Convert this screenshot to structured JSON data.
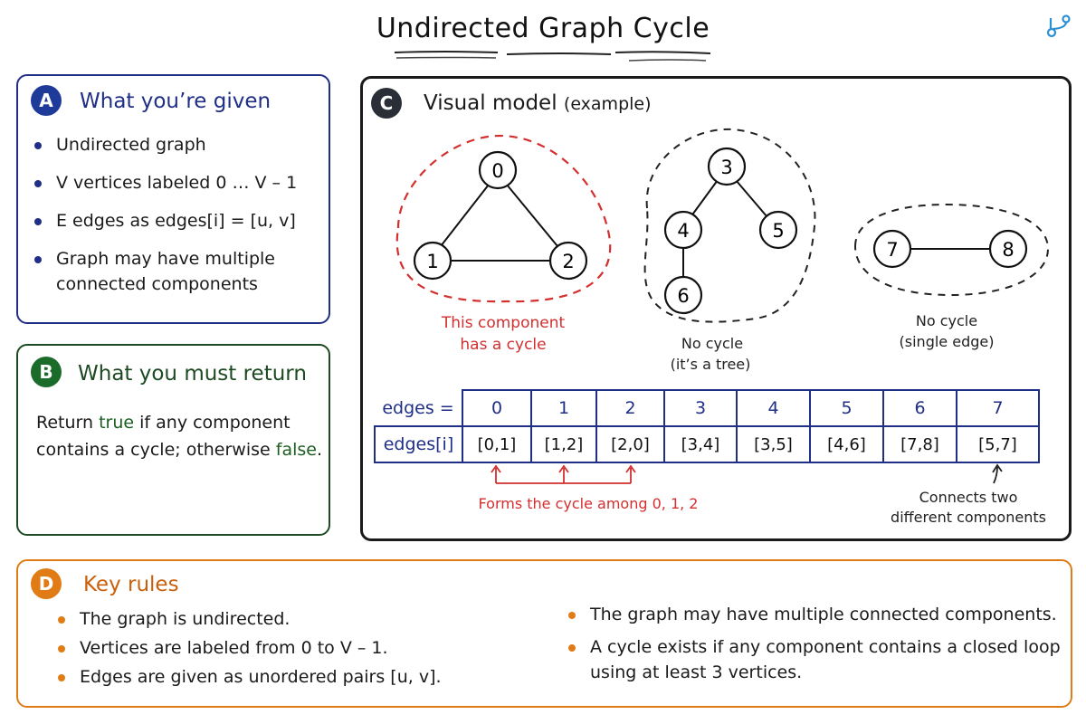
{
  "title": "Undirected Graph Cycle",
  "corner_icon": "git-branch-icon",
  "colors": {
    "blue": "#1f2f86",
    "green": "#1d4a22",
    "orange": "#e07b16",
    "red": "#d32f2f",
    "dark": "#1a1a1a"
  },
  "panel_a": {
    "badge": "A",
    "heading": "What you’re given",
    "items": [
      "Undirected graph",
      "V vertices labeled 0 … V – 1",
      "E edges as edges[i] = [u, v]",
      "Graph may have multiple",
      "connected components"
    ]
  },
  "panel_b": {
    "badge": "B",
    "heading": "What you must return",
    "text_1": "Return ",
    "kw_true": "true",
    "text_2": " if any component contains a cycle; otherwise ",
    "kw_false": "false",
    "text_3": "."
  },
  "panel_c": {
    "badge": "C",
    "heading": "Visual model",
    "subheading": "(example)",
    "nodes": [
      "0",
      "1",
      "2",
      "3",
      "4",
      "5",
      "6",
      "7",
      "8"
    ],
    "cap_cycle_1": "This component",
    "cap_cycle_2": "has a cycle",
    "cap_tree_1": "No cycle",
    "cap_tree_2": "(it’s a tree)",
    "cap_edge_1": "No cycle",
    "cap_edge_2": "(single edge)",
    "row_label_index": "edges =",
    "row_label_values": "edges[i]",
    "indices": [
      "0",
      "1",
      "2",
      "3",
      "4",
      "5",
      "6",
      "7"
    ],
    "edges": [
      "[0,1]",
      "[1,2]",
      "[2,0]",
      "[3,4]",
      "[3,5]",
      "[4,6]",
      "[7,8]",
      "[5,7]"
    ],
    "note_cycle": "Forms the cycle among 0, 1, 2",
    "note_connect_1": "Connects two",
    "note_connect_2": "different components"
  },
  "panel_d": {
    "badge": "D",
    "heading": "Key rules",
    "left_rules": [
      "The graph is undirected.",
      "Vertices are labeled from 0 to V – 1.",
      "Edges are given as unordered pairs [u, v]."
    ],
    "right_rules": [
      "The graph may have multiple connected components.",
      "A cycle exists if any component contains a closed loop",
      "using at least 3 vertices."
    ]
  }
}
